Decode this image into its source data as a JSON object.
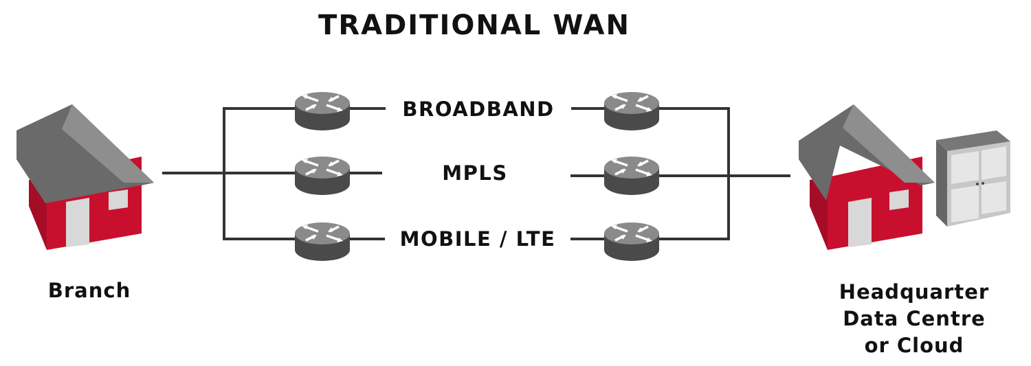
{
  "title": "TRADITIONAL WAN",
  "links": [
    {
      "label": "BROADBAND"
    },
    {
      "label": "MPLS"
    },
    {
      "label": "MOBILE / LTE"
    }
  ],
  "branch": {
    "label": "Branch"
  },
  "headquarter": {
    "lines": [
      "Headquarter",
      "Data Centre",
      "or Cloud"
    ]
  },
  "colors": {
    "house_wall": "#c8102e",
    "roof": "#6e6e6e",
    "router": "#555555",
    "line": "#333333",
    "server": "#d9d9d9"
  },
  "icons": [
    "house-icon",
    "router-icon",
    "server-cabinet-icon"
  ]
}
